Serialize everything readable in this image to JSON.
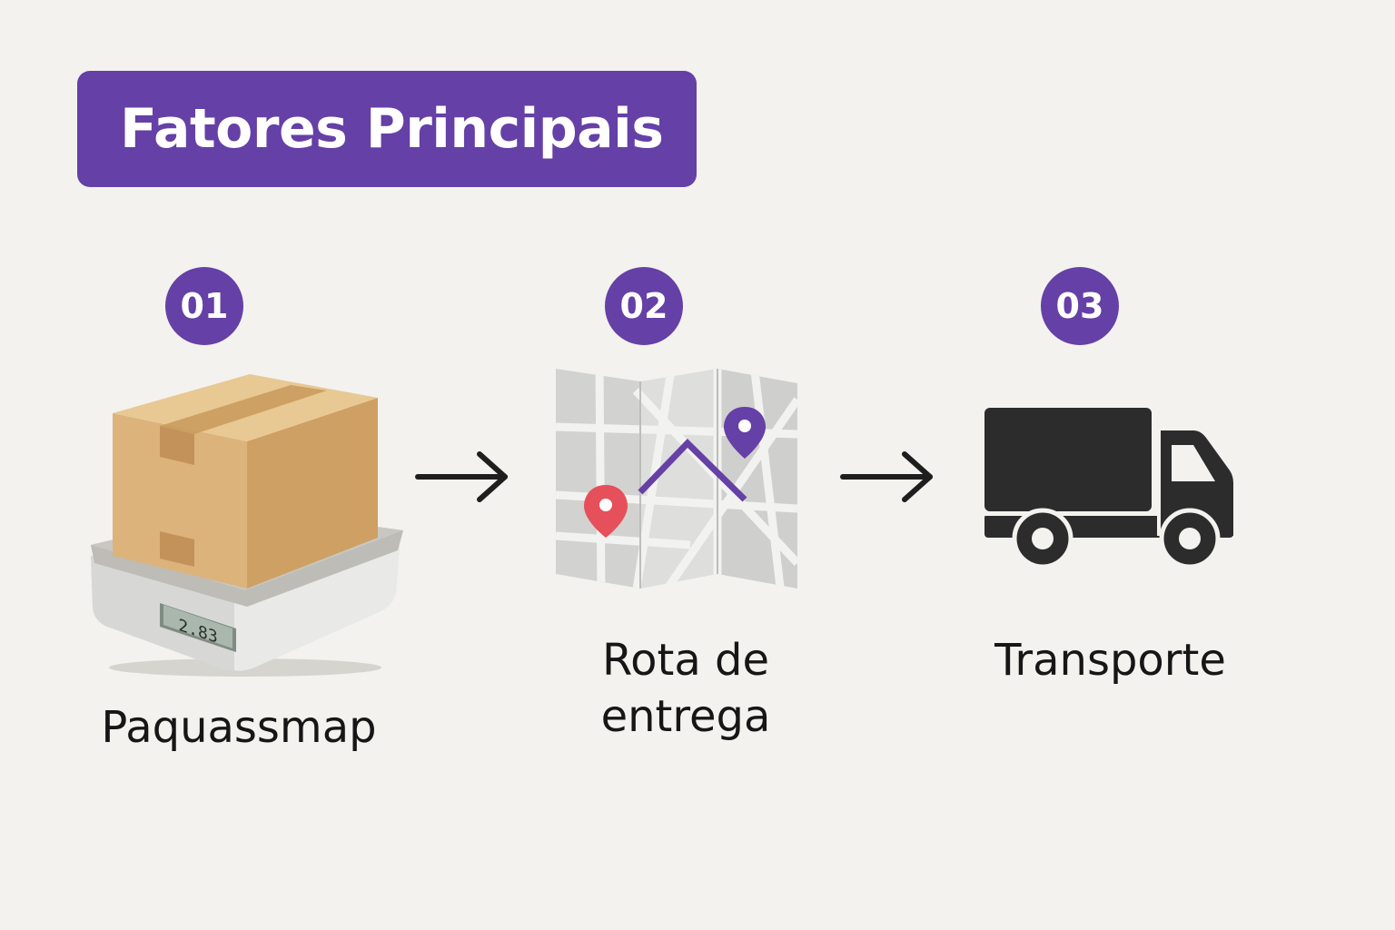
{
  "title": "Fatores Principais",
  "steps": [
    {
      "number": "01",
      "label": "Paquassmap",
      "icon": "package-on-scale-icon",
      "scale_display": "2.83"
    },
    {
      "number": "02",
      "label_line1": "Rota de",
      "label_line2": "entrega",
      "icon": "route-map-icon"
    },
    {
      "number": "03",
      "label": "Transporte",
      "icon": "truck-icon"
    }
  ],
  "connectors": [
    "arrow-right-icon",
    "arrow-right-icon"
  ],
  "colors": {
    "background": "#f3f2ee",
    "accent": "#6540a6",
    "pin_red": "#e5505a",
    "truck": "#2c2c2c",
    "text": "#161616"
  }
}
